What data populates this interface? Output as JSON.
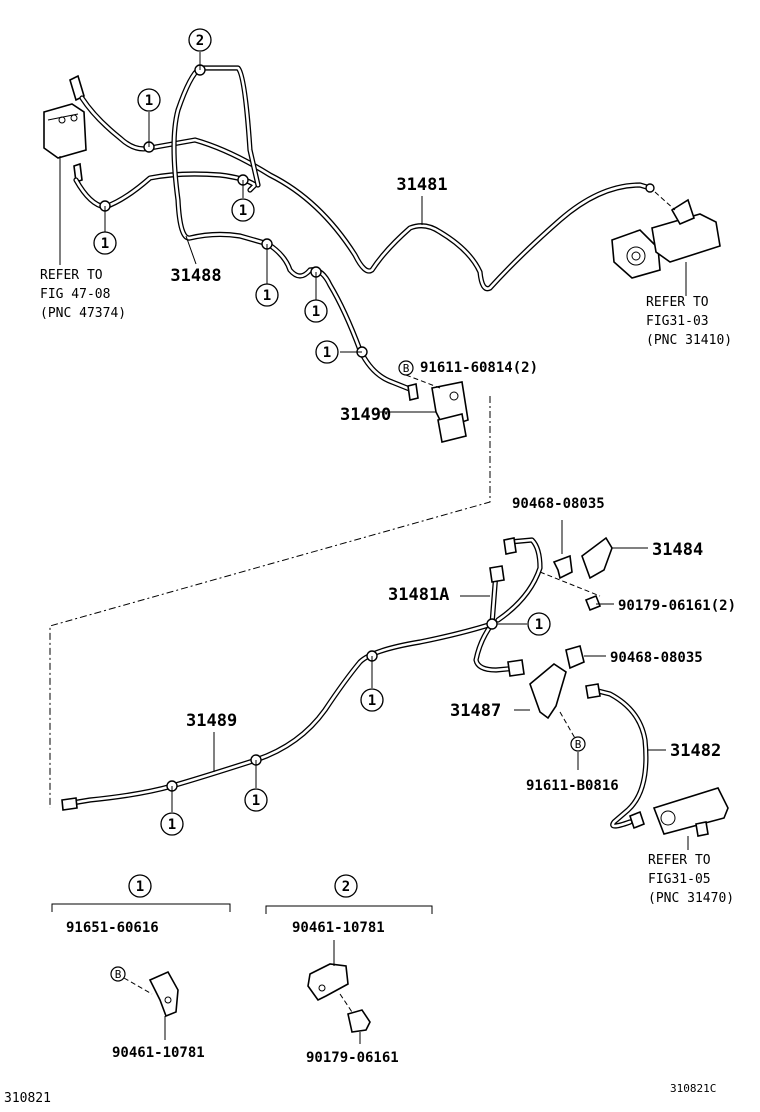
{
  "labels": {
    "p31481": "31481",
    "p31488": "31488",
    "p31490": "31490",
    "p31484": "31484",
    "p31481a": "31481A",
    "p31487": "31487",
    "p31489": "31489",
    "p31482": "31482",
    "bolt_60814": "91611-60814(2)",
    "bolt_b0816": "91611-B0816",
    "bracket_08035_a": "90468-08035",
    "bracket_08035_b": "90468-08035",
    "nut_06161": "90179-06161(2)"
  },
  "refs": {
    "left": [
      "REFER TO",
      "FIG 47-08",
      "(PNC 47374)"
    ],
    "right_top": [
      "REFER TO",
      "FIG31-03",
      "(PNC 31410)"
    ],
    "right_bottom": [
      "REFER TO",
      "FIG31-05",
      "(PNC 31470)"
    ]
  },
  "markers": {
    "one": "1",
    "two": "2",
    "bolt": "B"
  },
  "legend": {
    "group1": {
      "id": "1",
      "part_a": "91651-60616",
      "part_b": "90461-10781"
    },
    "group2": {
      "id": "2",
      "part_a": "90461-10781",
      "part_b": "90179-06161"
    }
  },
  "footer": {
    "left_code": "310821",
    "right_code": "310821C"
  }
}
